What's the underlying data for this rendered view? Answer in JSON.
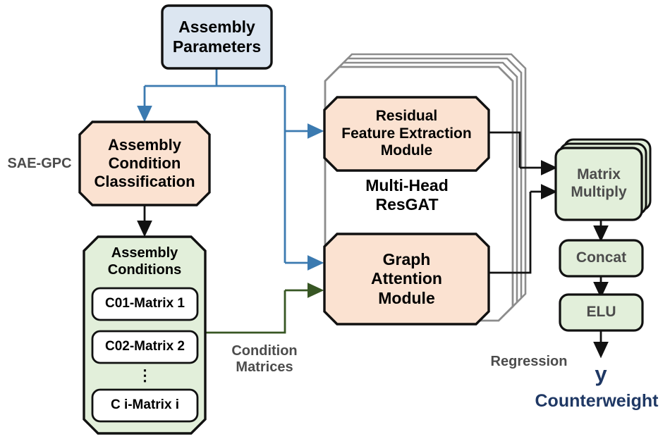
{
  "diagram": {
    "title": "SAE-GPC Multi-Head ResGAT counterweight regression pipeline",
    "colors": {
      "blue_fill": "#dce6f1",
      "peach_fill": "#fbe2d1",
      "green_fill": "#e2efda",
      "white_fill": "#ffffff",
      "black_stroke": "#111111",
      "gray_stroke": "#808080",
      "blue_arrow": "#3b7ab0",
      "green_arrow": "#375623",
      "gray_text": "#4c4c4c",
      "navy_text": "#1f3864"
    },
    "nodes": {
      "assembly_parameters": {
        "line1": "Assembly",
        "line2": "Parameters"
      },
      "assembly_condition_classification": {
        "line1": "Assembly",
        "line2": "Condition",
        "line3": "Classification"
      },
      "assembly_conditions": {
        "line1": "Assembly",
        "line2": "Conditions",
        "items": [
          "C01-Matrix 1",
          "C02-Matrix 2",
          "C i-Matrix i"
        ],
        "ellipsis": "⋮"
      },
      "residual_feature_extraction": {
        "line1": "Residual",
        "line2": "Feature Extraction",
        "line3": "Module"
      },
      "graph_attention": {
        "line1": "Graph",
        "line2": "Attention",
        "line3": "Module"
      },
      "matrix_multiply": {
        "line1": "Matrix",
        "line2": "Multiply"
      },
      "concat": {
        "line1": "Concat"
      },
      "elu": {
        "line1": "ELU"
      }
    },
    "labels": {
      "sae_gpc": "SAE-GPC",
      "multi_head_resgat_line1": "Multi-Head",
      "multi_head_resgat_line2": "ResGAT",
      "condition_matrices_line1": "Condition",
      "condition_matrices_line2": "Matrices",
      "regression": "Regression",
      "output_symbol": "y",
      "output_name": "Counterweight"
    }
  }
}
